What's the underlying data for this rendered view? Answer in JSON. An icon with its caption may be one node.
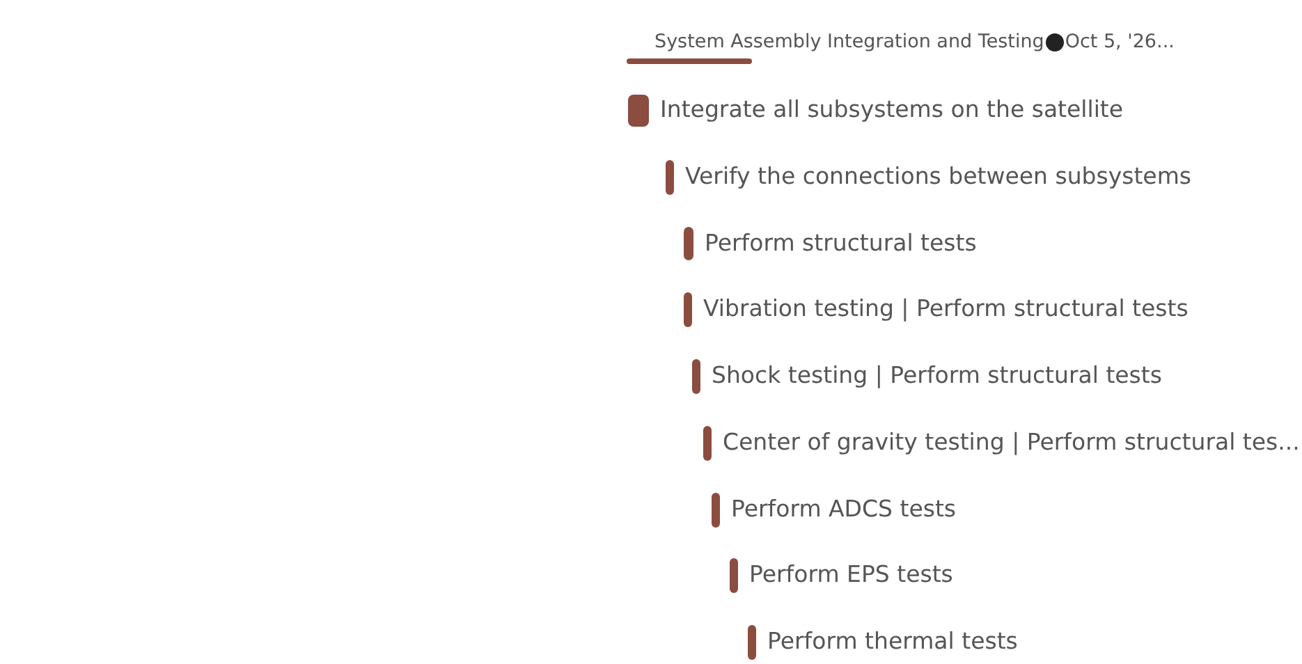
{
  "diagram": {
    "nodes": [
      {
        "text": [],
        "shape": "bar",
        "beside": [
          "System Assembly Integration and Testing"
        ]
      },
      {
        "text": [],
        "shape": "bar",
        "beside": [
          "Integrate all subsystems on the satellite"
        ]
      },
      {
        "text": [],
        "shape": "bar",
        "beside": [
          "Verify the connections between subsystems"
        ]
      },
      {
        "text": [],
        "shape": "bar",
        "beside": [
          "Perform structural tests"
        ]
      },
      {
        "text": [],
        "shape": "bar",
        "beside": [
          "Vibration testing | Perform structural tests"
        ]
      },
      {
        "text": [],
        "shape": "bar",
        "beside": [
          "Shock testing | Perform structural tests"
        ]
      },
      {
        "text": [],
        "shape": "bar",
        "beside": [
          "Center of gravity testing | Perform structural tes..."
        ]
      },
      {
        "text": [],
        "shape": "bar",
        "beside": [
          "Perform ADCS tests"
        ]
      },
      {
        "text": [],
        "shape": "bar",
        "beside": [
          "Perform EPS tests"
        ]
      },
      {
        "text": [],
        "shape": "bar",
        "beside": [
          "Perform thermal tests"
        ]
      }
    ],
    "labels": [
      "Oct 5, '26..."
    ]
  }
}
